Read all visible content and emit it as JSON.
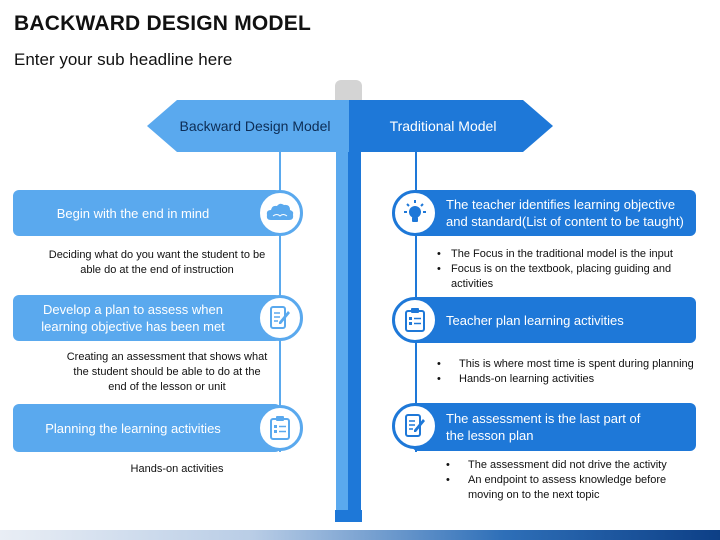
{
  "header": {
    "title": "BACKWARD DESIGN MODEL",
    "subtitle": "Enter your sub headline here"
  },
  "signpost": {
    "left_label": "Backward Design Model",
    "right_label": "Traditional Model"
  },
  "backward_steps": [
    {
      "label": "Begin with the end in mind",
      "icon": "cloud-icon",
      "description": [
        "Deciding what do you want the student to be",
        "able do at the end of instruction"
      ]
    },
    {
      "label_lines": [
        "Develop a plan to assess when",
        "learning objective has been met"
      ],
      "icon": "tablet-pen-icon",
      "description": [
        "Creating an assessment that shows what",
        "the student should be able to do at the",
        "end of the lesson or unit"
      ]
    },
    {
      "label": "Planning the learning activities",
      "icon": "clipboard-checklist-icon",
      "description": [
        "Hands-on activities"
      ]
    }
  ],
  "traditional_steps": [
    {
      "label_lines": [
        "The teacher identifies learning objective",
        "and standard(List of content to be taught)"
      ],
      "icon": "lightbulb-icon",
      "bullets": [
        "The Focus in the traditional model is the input",
        "Focus is on the textbook, placing guiding and activities"
      ]
    },
    {
      "label": "Teacher plan learning activities",
      "icon": "clipboard-checklist-icon",
      "bullets": [
        "This is where most time is spent during planning",
        "Hands-on learning activities"
      ]
    },
    {
      "label_lines": [
        "The assessment is the last part of",
        "the lesson plan"
      ],
      "icon": "tablet-pen-icon",
      "bullets": [
        "The assessment did not drive the activity",
        "An endpoint to assess knowledge before moving on to the next topic"
      ]
    }
  ],
  "colors": {
    "light_blue": "#5aa9ee",
    "dark_blue": "#1e78d8",
    "pole_cap": "#d4d4d4"
  }
}
